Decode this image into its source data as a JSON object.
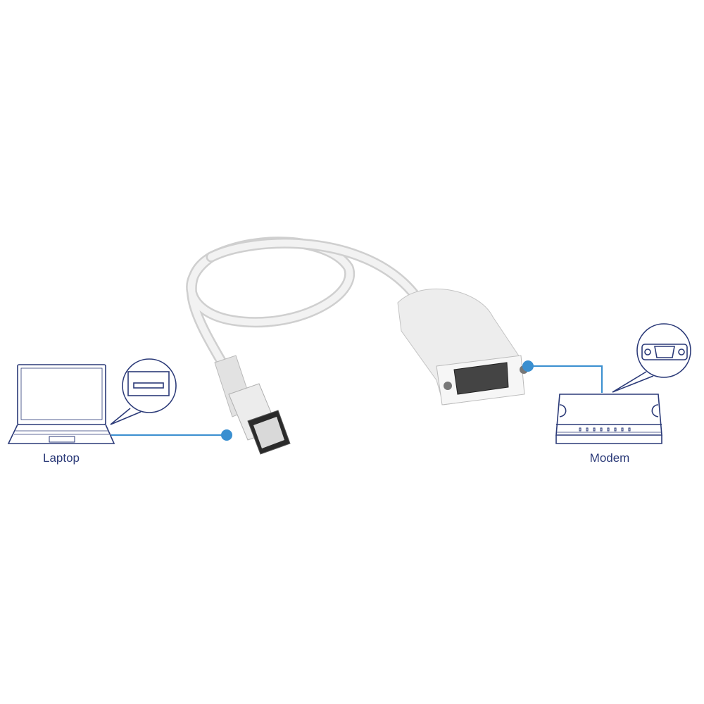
{
  "labels": {
    "laptop": "Laptop",
    "modem": "Modem"
  },
  "icons": {
    "laptop": "laptop-icon",
    "usb_port": "usb-port-icon",
    "modem": "modem-icon",
    "serial_port": "db9-serial-port-icon",
    "cable": "usb-to-serial-cable"
  },
  "colors": {
    "outline": "#2b3a78",
    "connector": "#3a8fd0",
    "cable": "#e6e6e6"
  }
}
